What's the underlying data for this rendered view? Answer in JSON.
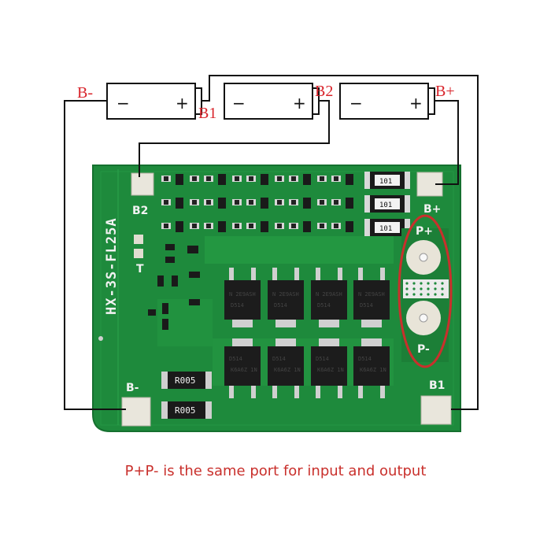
{
  "terminals": {
    "b_minus": "B-",
    "b1": "B1",
    "b2": "B2",
    "b_plus": "B+"
  },
  "signs": {
    "minus": "−",
    "plus": "+"
  },
  "board": {
    "model": "HX-3S-FL25A",
    "pad_b2": "B2",
    "pad_b_plus": "B+",
    "pad_b_minus": "B-",
    "pad_b1": "B1",
    "port_p_plus": "P+",
    "port_p_minus": "P-",
    "small_mark": "T",
    "shunt_top": "R005",
    "shunt_bottom": "R005",
    "balance_resistor_code": "101",
    "mosfet_top_code": "N 2E9ASH",
    "mosfet_top_code2": "D514",
    "mosfet_bottom_code": "D514",
    "mosfet_bottom_code2": "K6A6Z 1N"
  },
  "colors": {
    "pcb": "#1e8a3c",
    "pcb_dark": "#14632a",
    "wire": "#111111",
    "label_red": "#d8232a",
    "highlight_ellipse": "#c9302c"
  },
  "caption": "P+P- is the same port for input and output"
}
